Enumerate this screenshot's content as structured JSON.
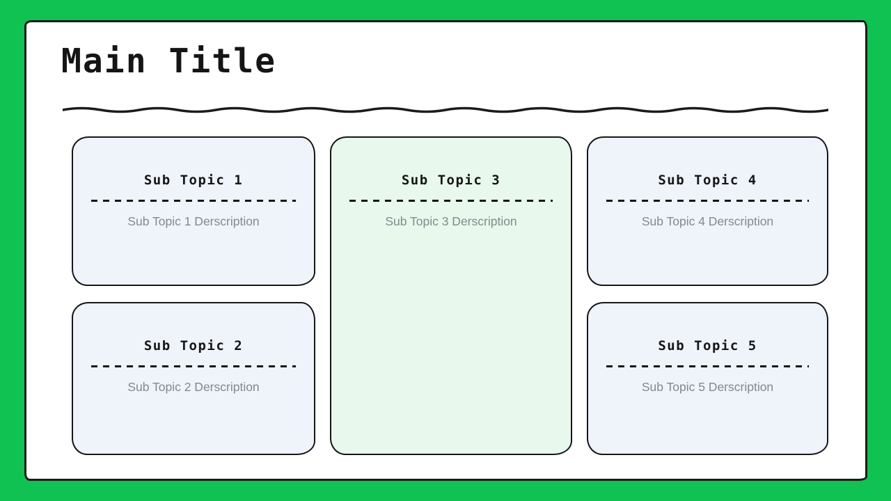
{
  "slide": {
    "title": "Main Title",
    "colors": {
      "frame_green": "#10c252",
      "panel_white": "#ffffff",
      "border_black": "#1b1b1b",
      "card_blue_bg": "#eff3fa",
      "card_green_bg": "#e8f8ec",
      "title_text": "#151515",
      "description_gray": "#82898f"
    }
  },
  "cards": [
    {
      "title": "Sub Topic 1",
      "description": "Sub Topic 1 Derscription",
      "background_color": "#eff3fa"
    },
    {
      "title": "Sub Topic 2",
      "description": "Sub Topic 2 Derscription",
      "background_color": "#eff3fa"
    },
    {
      "title": "Sub Topic 3",
      "description": "Sub Topic 3 Derscription",
      "background_color": "#e8f8ec"
    },
    {
      "title": "Sub Topic 4",
      "description": "Sub Topic 4 Derscription",
      "background_color": "#eff3fa"
    },
    {
      "title": "Sub Topic 5",
      "description": "Sub Topic 5 Derscription",
      "background_color": "#eff3fa"
    }
  ]
}
